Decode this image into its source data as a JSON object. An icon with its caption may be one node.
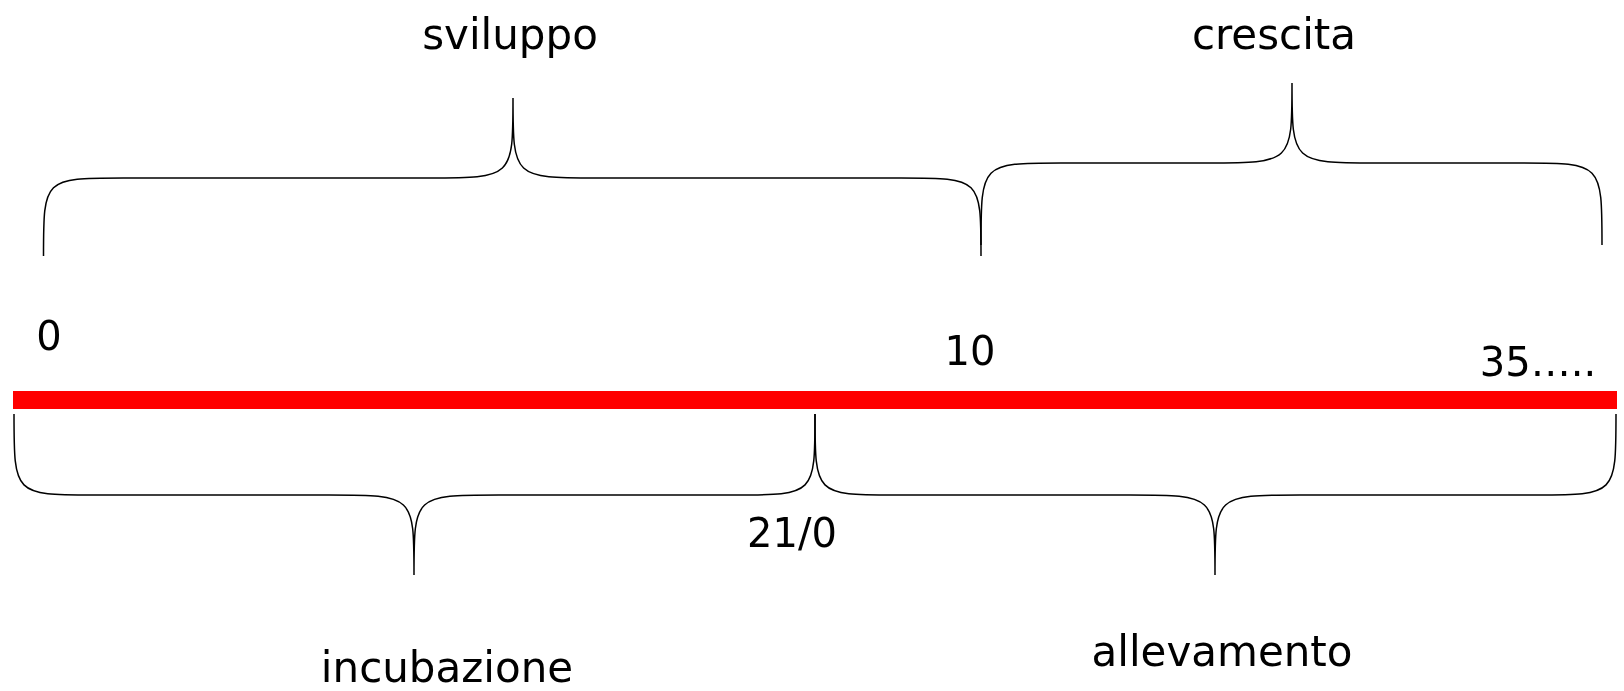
{
  "diagram": {
    "labels": [
      "sviluppo",
      "crescita",
      "0",
      "10",
      "35…..",
      "21/0",
      "incubazione",
      "allevamento"
    ]
  }
}
